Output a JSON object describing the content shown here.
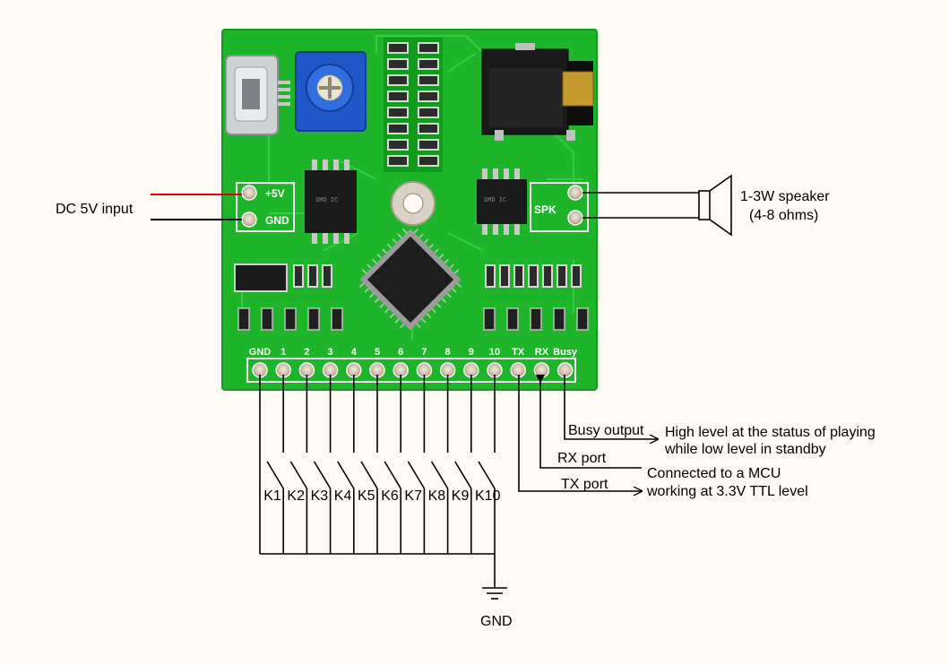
{
  "board": {
    "power_pins": [
      "+5V",
      "GND"
    ],
    "speaker_pin": "SPK",
    "header_pins": [
      "GND",
      "1",
      "2",
      "3",
      "4",
      "5",
      "6",
      "7",
      "8",
      "9",
      "10",
      "TX",
      "RX",
      "Busy"
    ]
  },
  "labels": {
    "dc_input": "DC 5V input",
    "speaker_line1": "1-3W speaker",
    "speaker_line2": "(4-8 ohms)",
    "busy_output": "Busy output",
    "busy_desc_line1": "High level at the status of playing",
    "busy_desc_line2": "while low level in standby",
    "rx_port": "RX port",
    "tx_port": "TX port",
    "mcu_line1": "Connected to a MCU",
    "mcu_line2": "working at 3.3V TTL level",
    "ground": "GND"
  },
  "keys": [
    "K1",
    "K2",
    "K3",
    "K4",
    "K5",
    "K6",
    "K7",
    "K8",
    "K9",
    "K10"
  ],
  "colors": {
    "board": "#1fb52a",
    "board_dark": "#159020",
    "silk": "#ffffff",
    "wire_positive": "#e00000",
    "wire": "#000000",
    "background": "#fdfaf5"
  }
}
